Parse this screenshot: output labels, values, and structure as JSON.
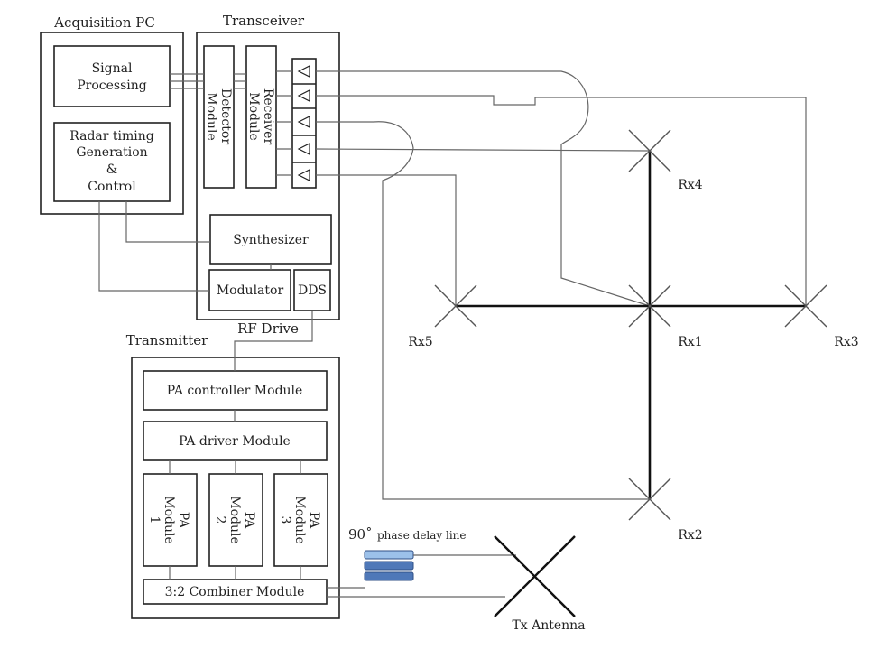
{
  "groups": {
    "acquisition_pc": "Acquisition PC",
    "transceiver": "Transceiver",
    "transmitter": "Transmitter"
  },
  "modules": {
    "signal_processing": [
      "Signal",
      "Processing"
    ],
    "radar_timing": [
      "Radar timing",
      "Generation",
      "&",
      "Control"
    ],
    "detector": [
      "Detector",
      "Module"
    ],
    "receiver": [
      "Receiver",
      "Module"
    ],
    "synthesizer": "Synthesizer",
    "modulator": "Modulator",
    "dds": "DDS",
    "pa_controller": "PA controller Module",
    "pa_driver": "PA driver Module",
    "pa_module_1": [
      "PA",
      "Module",
      "1"
    ],
    "pa_module_2": [
      "PA",
      "Module",
      "2"
    ],
    "pa_module_3": [
      "PA",
      "Module",
      "3"
    ],
    "combiner": "3:2 Combiner Module"
  },
  "signals": {
    "rf_drive": "RF Drive",
    "phase_delay": "phase delay line",
    "phase_degree": "90˚"
  },
  "antennas": {
    "rx1": "Rx1",
    "rx2": "Rx2",
    "rx3": "Rx3",
    "rx4": "Rx4",
    "rx5": "Rx5",
    "tx": "Tx Antenna"
  },
  "colors": {
    "delay_line_fill": "#4f78b8",
    "delay_line_highlight": "#9cc1ea"
  }
}
